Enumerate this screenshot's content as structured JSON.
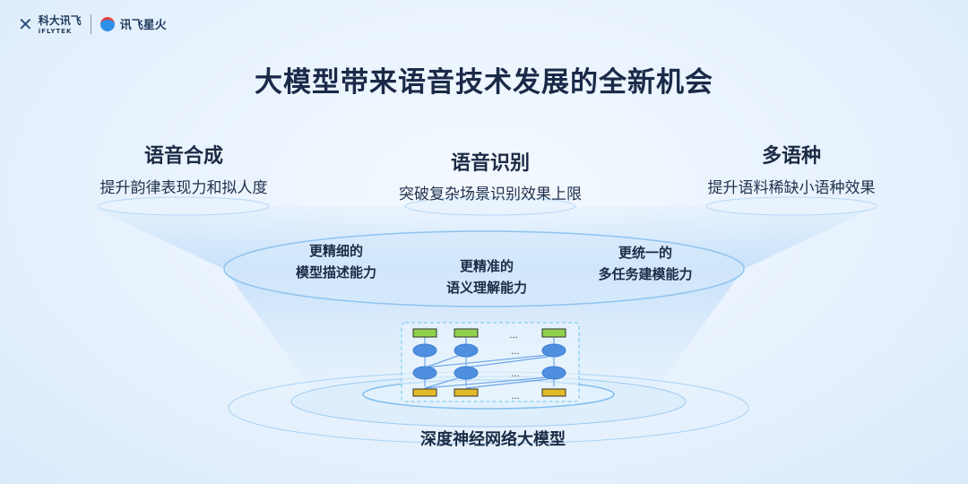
{
  "logo": {
    "brand_cn": "科大讯飞",
    "brand_en": "iFLYTEK",
    "product_cn": "讯飞星火"
  },
  "title": "大模型带来语音技术发展的全新机会",
  "top_items": [
    {
      "heading": "语音合成",
      "subtitle": "提升韵律表现力和拟人度"
    },
    {
      "heading": "语音识别",
      "subtitle": "突破复杂场景识别效果上限"
    },
    {
      "heading": "多语种",
      "subtitle": "提升语料稀缺小语种效果"
    }
  ],
  "middle_items": [
    {
      "line1": "更精细的",
      "line2": "模型描述能力"
    },
    {
      "line1": "更精准的",
      "line2": "语义理解能力"
    },
    {
      "line1": "更统一的",
      "line2": "多任务建模能力"
    }
  ],
  "network": {
    "ellipsis": "...",
    "output_color": "#8fd14f",
    "input_color": "#e2b927",
    "node_color": "#4f8fe0"
  },
  "caption": "深度神经网络大模型"
}
